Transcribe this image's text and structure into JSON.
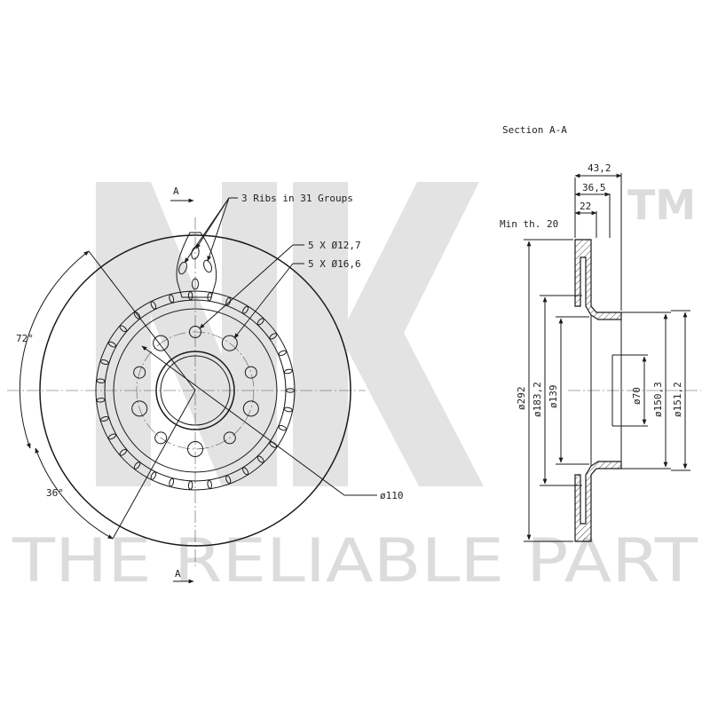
{
  "watermark": {
    "brand_letters": "NK",
    "trademark": "TM",
    "slogan": "THE RELIABLE PART"
  },
  "front_view": {
    "section_marker_top": "A",
    "section_marker_bottom": "A",
    "ribs_note": "3 Ribs in 31 Groups",
    "bolt_holes_small": "5 X Ø12,7",
    "bolt_holes_large": "5 X Ø16,6",
    "angle_72": "72°",
    "angle_36": "36°",
    "hub_diameter": "ø110"
  },
  "section_view": {
    "title": "Section A-A",
    "total_height": "43,2",
    "hat_height": "36,5",
    "disc_thickness": "22",
    "min_thickness": "Min th. 20",
    "dia_292": "ø292",
    "dia_183": "ø183,2",
    "dia_139": "ø139",
    "dia_70": "ø70",
    "dia_150": "ø150,3",
    "dia_151": "ø151,2"
  }
}
